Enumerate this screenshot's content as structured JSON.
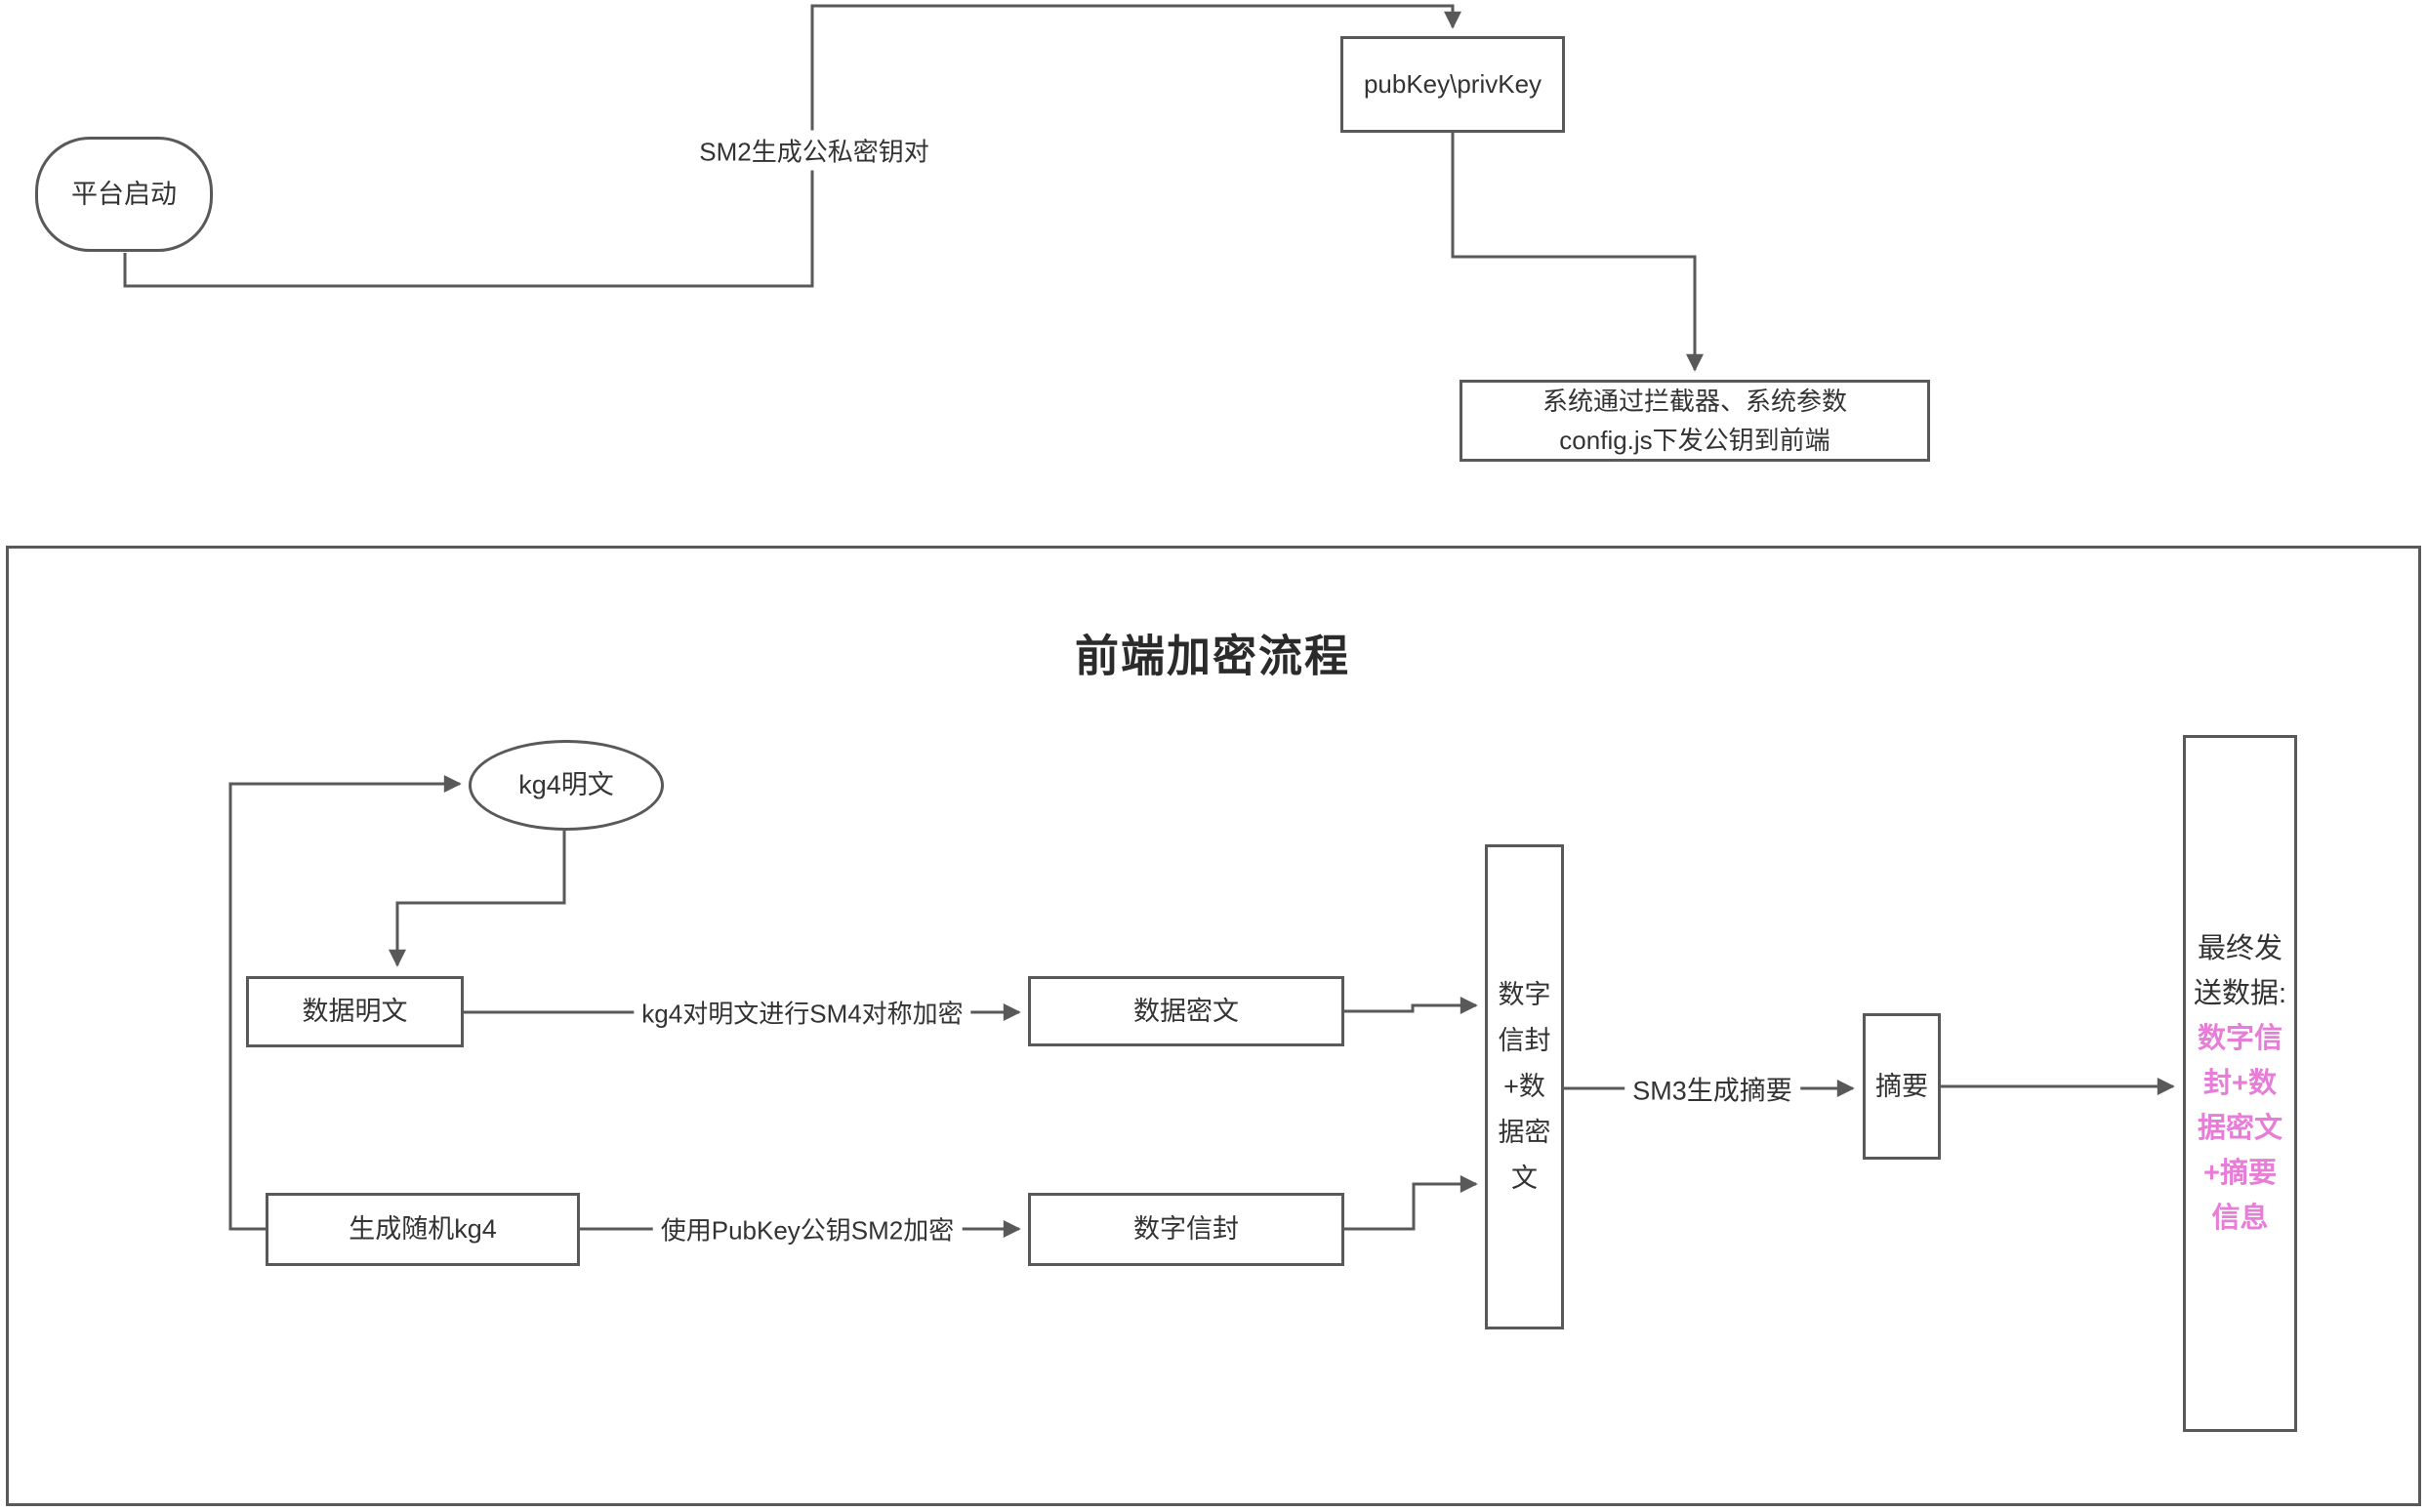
{
  "top_flow": {
    "start_node": "平台启动",
    "sm2_keygen_label": "SM2生成公私密钥对",
    "keypair_node": "pubKey\\privKey",
    "distribute_node_lines": [
      "系统通过拦截器、系统参数",
      "config.js下发公钥到前端"
    ]
  },
  "frontend_flow": {
    "title": "前端加密流程",
    "kg4_plain_node": "kg4明文",
    "data_plain_node": "数据明文",
    "sm4_encrypt_label": "kg4对明文进行SM4对称加密",
    "data_cipher_node": "数据密文",
    "gen_kg4_node": "生成随机kg4",
    "sm2_encrypt_label": "使用PubKey公钥SM2加密",
    "envelope_node": "数字信封",
    "combined_node_lines": [
      "数字",
      "信封",
      "+数",
      "据密",
      "文"
    ],
    "sm3_digest_label": "SM3生成摘要",
    "digest_node": "摘要",
    "final_node_prefix_lines": [
      "最终发",
      "送数据:"
    ],
    "final_node_highlight_lines": [
      "数字信",
      "封+数",
      "据密文",
      "+摘要",
      "信息"
    ]
  },
  "colors": {
    "line": "#595959",
    "text": "#333333",
    "highlight": "#e87dd8"
  }
}
